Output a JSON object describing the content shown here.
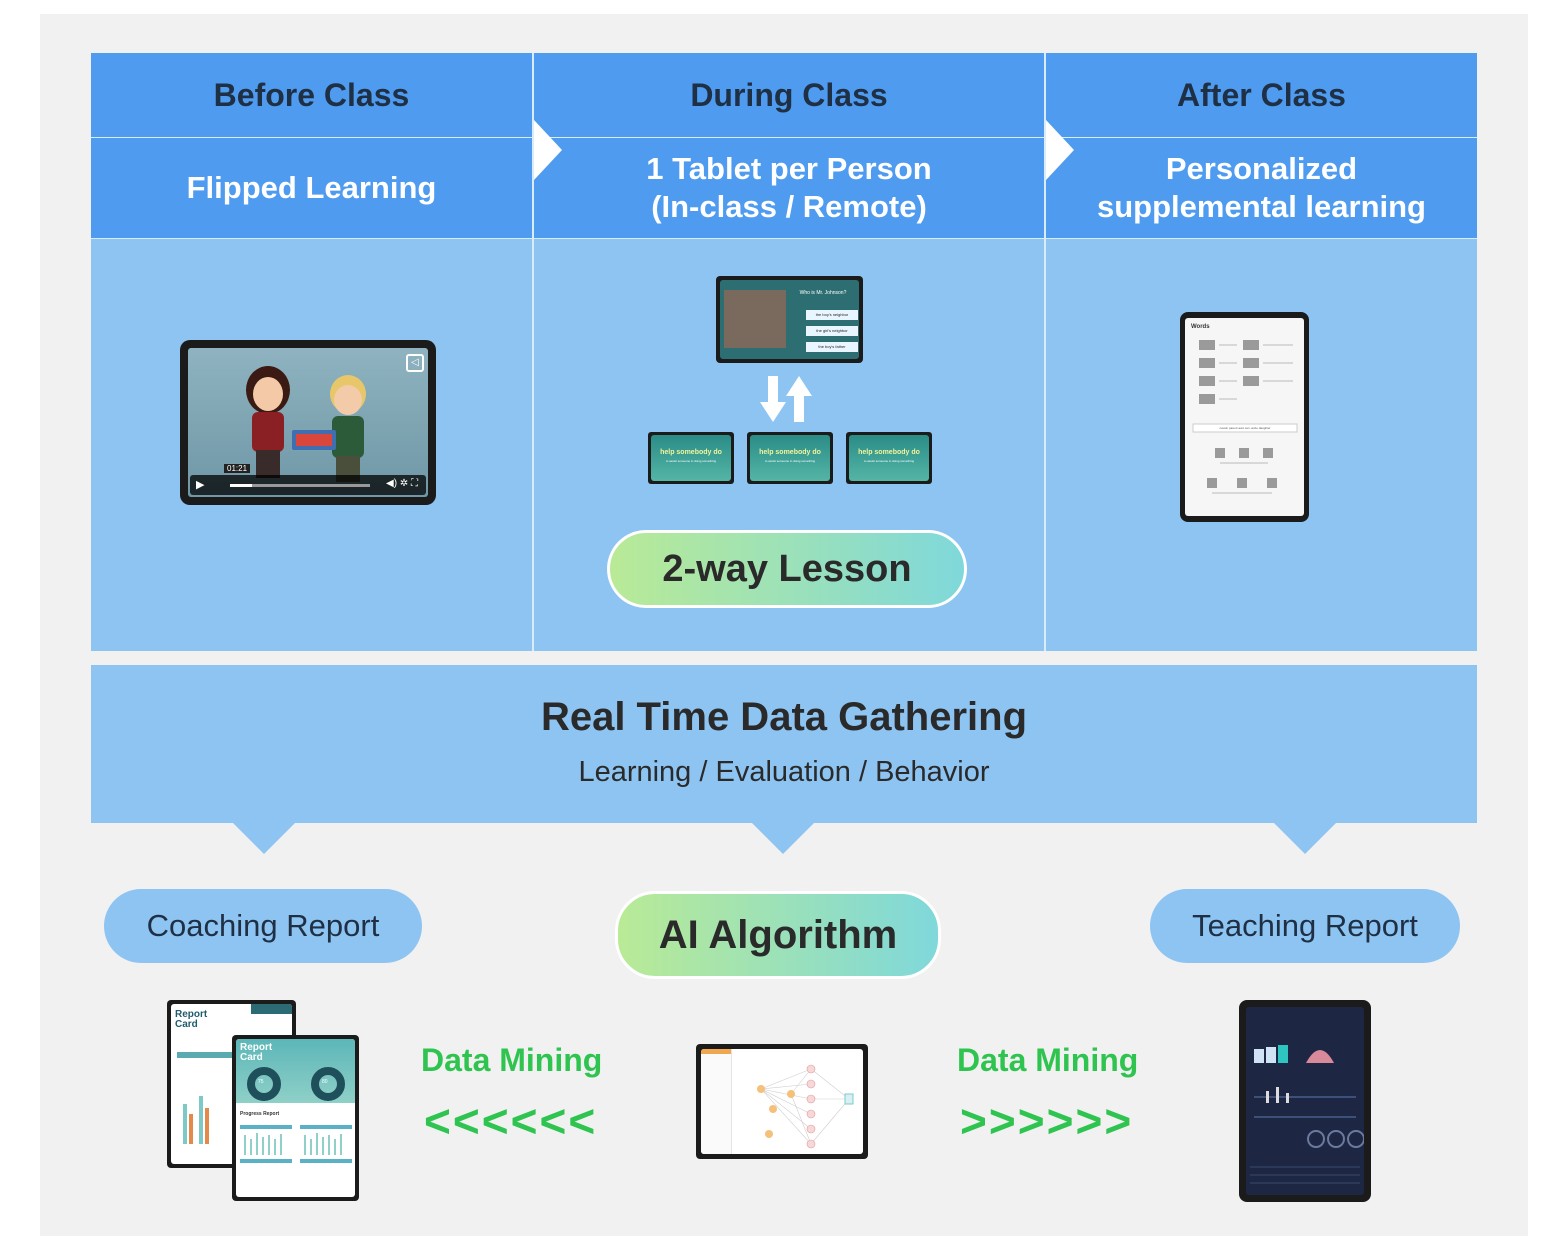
{
  "phases": [
    {
      "title": "Before Class",
      "subtitle_lines": [
        "Flipped Learning"
      ]
    },
    {
      "title": "During Class",
      "subtitle_lines": [
        "1 Tablet per Person",
        "(In-class / Remote)"
      ]
    },
    {
      "title": "After Class",
      "subtitle_lines": [
        "Personalized",
        "supplemental learning"
      ]
    }
  ],
  "during": {
    "lesson_badge": "2-way Lesson",
    "main_screen": {
      "question": "Who is Mr. Johnson?",
      "options": [
        "the boy's neighbor",
        "the girl's neighbor",
        "the boy's father"
      ]
    },
    "student_screen_prompt": "help somebody do",
    "student_screen_caption": "to assist someone in doing something"
  },
  "before": {
    "video_time": "01:21"
  },
  "after": {
    "worksheet_title": "Words",
    "worksheet_words": [
      "cousin",
      "parent",
      "aunt",
      "son",
      "uncle",
      "daughter"
    ]
  },
  "data_gathering": {
    "title": "Real Time Data Gathering",
    "subtitle": "Learning / Evaluation / Behavior"
  },
  "bottom": {
    "coaching_report": "Coaching Report",
    "ai_algorithm": "AI Algorithm",
    "teaching_report": "Teaching Report",
    "data_mining_left": "Data Mining",
    "data_mining_right": "Data Mining",
    "arrows_left": "<<<<<<",
    "arrows_right": ">>>>>>"
  },
  "report_card": {
    "title_line1": "Report",
    "title_line2": "Card",
    "progress_title": "Progress Report",
    "progress_percent_1": "75",
    "progress_percent_2": "80"
  },
  "colors": {
    "header_blue": "#4e9bf0",
    "light_blue": "#8dc4f2",
    "green": "#2fc44f",
    "gradient_start": "#b9ea96",
    "gradient_end": "#7fd8da"
  }
}
